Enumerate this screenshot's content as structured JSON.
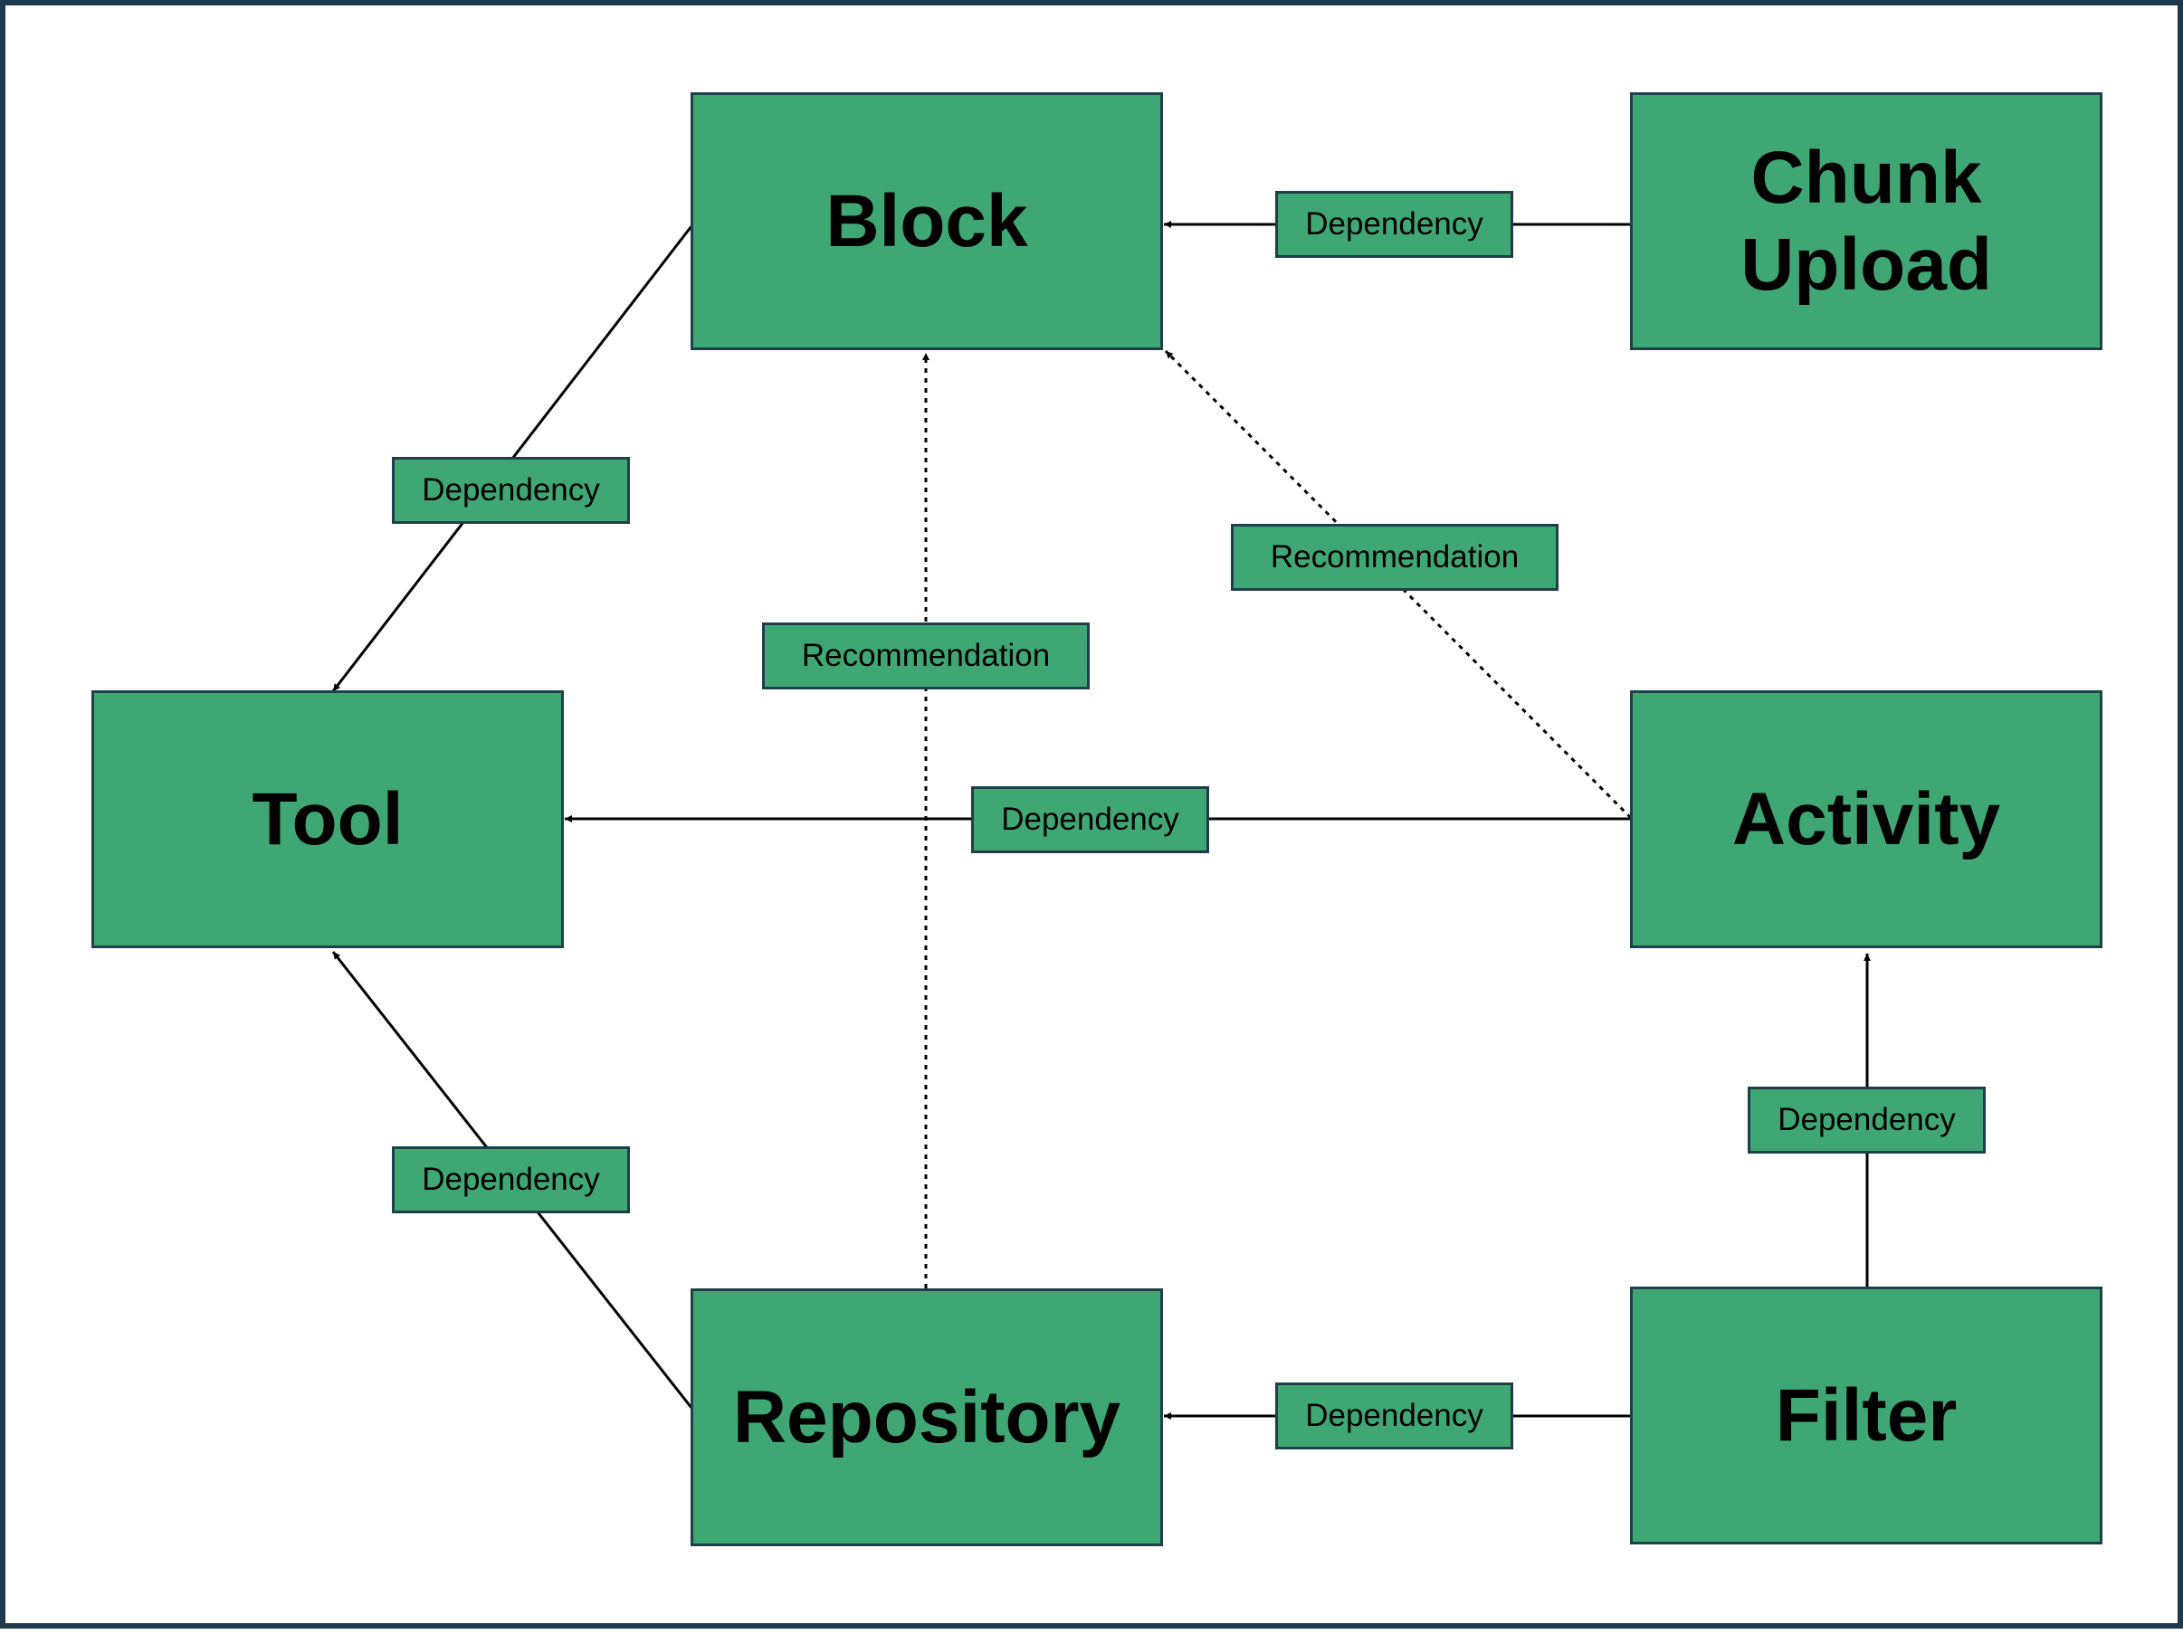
{
  "diagram": {
    "nodes": {
      "block": "Block",
      "chunk_upload": "Chunk\nUpload",
      "tool": "Tool",
      "activity": "Activity",
      "repository": "Repository",
      "filter": "Filter"
    },
    "edges": [
      {
        "from": "Chunk Upload",
        "to": "Block",
        "label": "Dependency",
        "style": "solid"
      },
      {
        "from": "Block",
        "to": "Tool",
        "label": "Dependency",
        "style": "solid"
      },
      {
        "from": "Activity",
        "to": "Block",
        "label": "Recommendation",
        "style": "dotted"
      },
      {
        "from": "Repository",
        "to": "Block",
        "label": "Recommendation",
        "style": "dotted"
      },
      {
        "from": "Activity",
        "to": "Tool",
        "label": "Dependency",
        "style": "solid"
      },
      {
        "from": "Repository",
        "to": "Tool",
        "label": "Dependency",
        "style": "solid"
      },
      {
        "from": "Filter",
        "to": "Activity",
        "label": "Dependency",
        "style": "solid"
      },
      {
        "from": "Filter",
        "to": "Repository",
        "label": "Dependency",
        "style": "solid"
      }
    ],
    "colors": {
      "node_fill": "#3fa774",
      "node_border": "#1f3f4a",
      "edge": "#000000",
      "frame": "#1f3a4d"
    }
  }
}
